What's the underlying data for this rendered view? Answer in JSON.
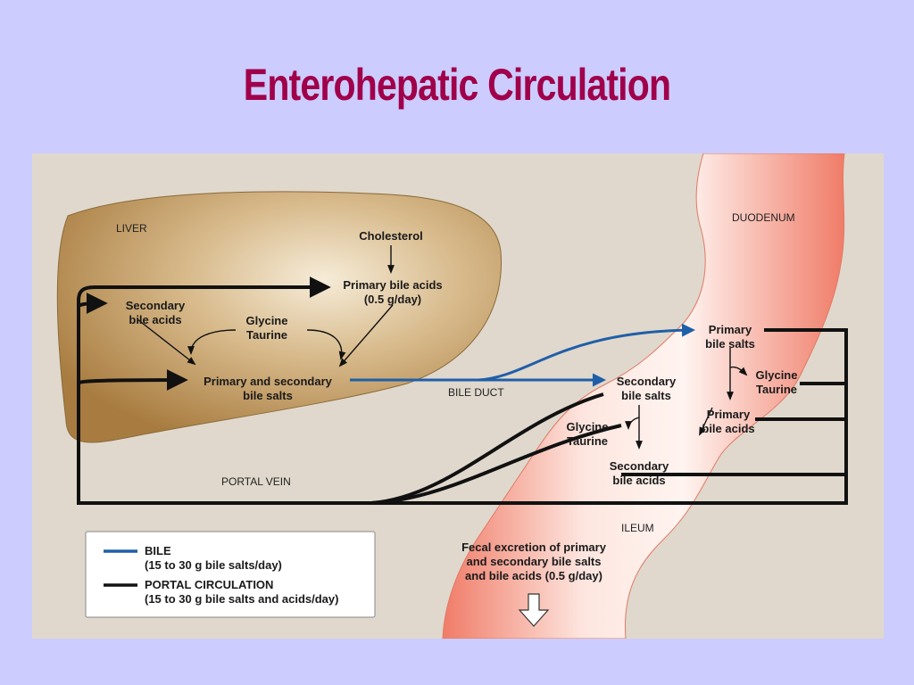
{
  "title": "Enterohepatic Circulation",
  "colors": {
    "background": "#ccccff",
    "title": "#a0004a",
    "panel": "#e0d8cc",
    "liver": "#b48a4e",
    "intestine": "#f08a78",
    "bile_line": "#1f5fa8",
    "portal_line": "#111111"
  },
  "labels": {
    "liver": "LIVER",
    "duodenum": "DUODENUM",
    "ileum": "ILEUM",
    "bile_duct": "BILE DUCT",
    "portal_vein": "PORTAL VEIN",
    "cholesterol": "Cholesterol",
    "primary_bile_acids_liver_1": "Primary bile acids",
    "primary_bile_acids_liver_2": "(0.5 g/day)",
    "secondary_bile_acids_liver_1": "Secondary",
    "secondary_bile_acids_liver_2": "bile acids",
    "glycine_taurine_liver_1": "Glycine",
    "glycine_taurine_liver_2": "Taurine",
    "primary_secondary_salts_1": "Primary and secondary",
    "primary_secondary_salts_2": "bile salts",
    "primary_bile_salts_1": "Primary",
    "primary_bile_salts_2": "bile salts",
    "glycine_taurine_right_1": "Glycine",
    "glycine_taurine_right_2": "Taurine",
    "secondary_bile_salts_1": "Secondary",
    "secondary_bile_salts_2": "bile salts",
    "primary_bile_acids_int_1": "Primary",
    "primary_bile_acids_int_2": "bile acids",
    "glycine_taurine_mid_1": "Glycine",
    "glycine_taurine_mid_2": "Taurine",
    "secondary_bile_acids_int_1": "Secondary",
    "secondary_bile_acids_int_2": "bile acids",
    "fecal_1": "Fecal excretion of primary",
    "fecal_2": "and secondary bile salts",
    "fecal_3": "and bile acids (0.5 g/day)"
  },
  "legend": {
    "bile_title": "BILE",
    "bile_detail": "(15 to 30 g bile salts/day)",
    "portal_title": "PORTAL CIRCULATION",
    "portal_detail": "(15 to 30 g bile salts and acids/day)"
  }
}
